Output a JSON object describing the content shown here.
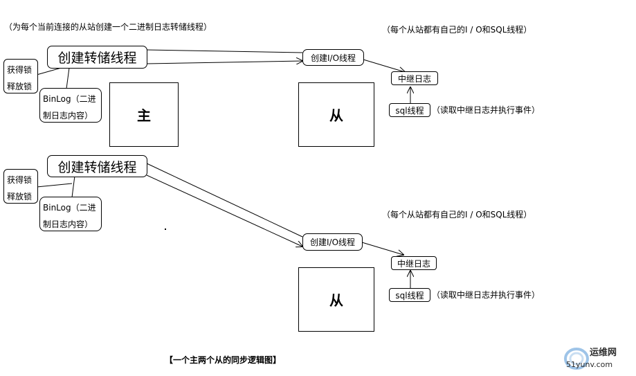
{
  "diagram": {
    "top_note": "（为每个当前连接的从站创建一个二进制日志转储线程）",
    "master": {
      "label": "主",
      "groups": [
        {
          "dump_thread": "创建转储线程",
          "lock": "获得锁释放锁",
          "binlog": "BinLog（二进制日志内容）"
        },
        {
          "dump_thread": "创建转储线程",
          "lock": "获得锁释放锁",
          "binlog": "BinLog（二进制日志内容）"
        }
      ]
    },
    "slaves": [
      {
        "label": "从",
        "io_note": "（每个从站都有自己的I / O和SQL线程）",
        "io_thread": "创建I/O线程",
        "relay_log": "中继日志",
        "sql_thread": "sql线程",
        "sql_note": "（读取中继日志并执行事件）"
      },
      {
        "label": "从",
        "io_note": "（每个从站都有自己的I / O和SQL线程）",
        "io_thread": "创建I/O线程",
        "relay_log": "中继日志",
        "sql_thread": "sql线程",
        "sql_note": "（读取中继日志并执行事件）"
      }
    ],
    "caption": "【一个主两个从的同步逻辑图】"
  },
  "watermark": {
    "brand": "运维网",
    "site": "51yunv.com"
  }
}
